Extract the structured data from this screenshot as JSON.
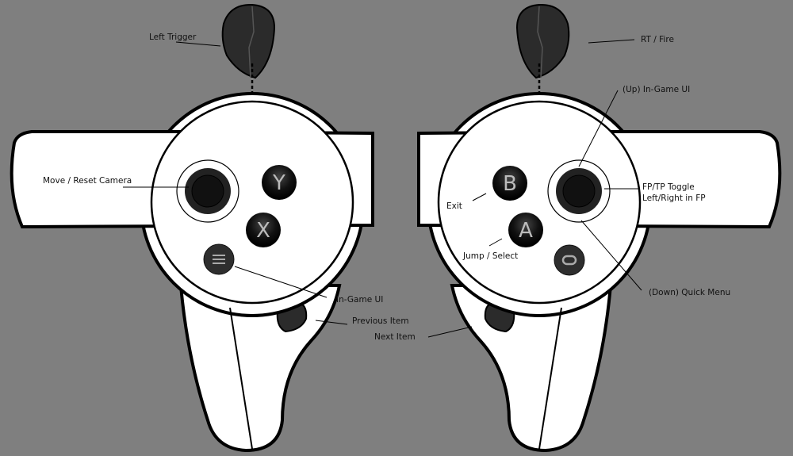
{
  "colors": {
    "background": "#7f7f7f",
    "body": "#ffffff",
    "outline": "#000000",
    "button": "#1a1a1a"
  },
  "left_controller": {
    "buttons": {
      "top": "Y",
      "bottom": "X"
    },
    "labels": {
      "trigger": "Left Trigger",
      "thumbstick": "Move / Reset Camera",
      "menu": "In-Game UI",
      "grip": "Previous Item"
    }
  },
  "right_controller": {
    "buttons": {
      "top": "B",
      "bottom": "A"
    },
    "labels": {
      "trigger": "RT / Fire",
      "stick_up": "(Up) In-Game UI",
      "stick_press_1": "FP/TP Toggle",
      "stick_press_2": "Left/Right in FP",
      "b": "Exit",
      "a": "Jump / Select",
      "stick_down": "(Down) Quick Menu",
      "grip": "Next Item"
    }
  }
}
